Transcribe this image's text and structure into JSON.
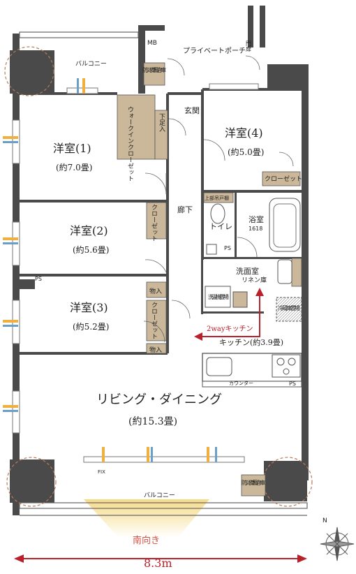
{
  "labels": {
    "mb": "MB",
    "private_porch": "プライベートポーチ",
    "gate": "門扉",
    "balcony_top": "バルコニー",
    "storage_top": "防災備蓄倉庫",
    "walk_in_closet": "ウォークインクローゼット",
    "shoe_closet": "下足入",
    "entrance": "玄関",
    "room1_name": "洋室(1)",
    "room1_size": "(約7.0畳)",
    "room4_name": "洋室(4)",
    "room4_size": "(約5.0畳)",
    "closet_r4": "クローゼット",
    "upper_shelf": "上部吊戸棚",
    "toilet": "トイレ",
    "bath_name": "浴室",
    "bath_size": "1618",
    "hallway": "廊下",
    "ps": "PS",
    "room2_name": "洋室(2)",
    "room2_size": "(約5.6畳)",
    "closet_r2": "クローゼット",
    "washroom": "洗面室",
    "linen": "リネン庫",
    "washer": "洗濯機置場",
    "storage_small": "物入",
    "room3_name": "洋室(3)",
    "room3_size": "(約5.2畳)",
    "closet_r3": "クローゼット",
    "fridge": "冷蔵庫置場",
    "two_way": "2wayキッチン",
    "kitchen": "キッチン(約3.9畳)",
    "counter": "カウンター",
    "living_name": "リビング・ダイニング",
    "living_size": "(約15.3畳)",
    "fix": "FIX",
    "balcony_bottom": "バルコニー",
    "storage_bottom": "防災備蓄倉庫",
    "south": "南向き",
    "width": "8.3m",
    "compass_n": "N"
  },
  "colors": {
    "wall": "#4a4a4a",
    "closet_fill": "#cbb89a",
    "accent_red": "#b8202a",
    "window_blue": "#6aa0c8",
    "window_orange": "#f0b040",
    "sun_glow": "#f5d77a"
  }
}
